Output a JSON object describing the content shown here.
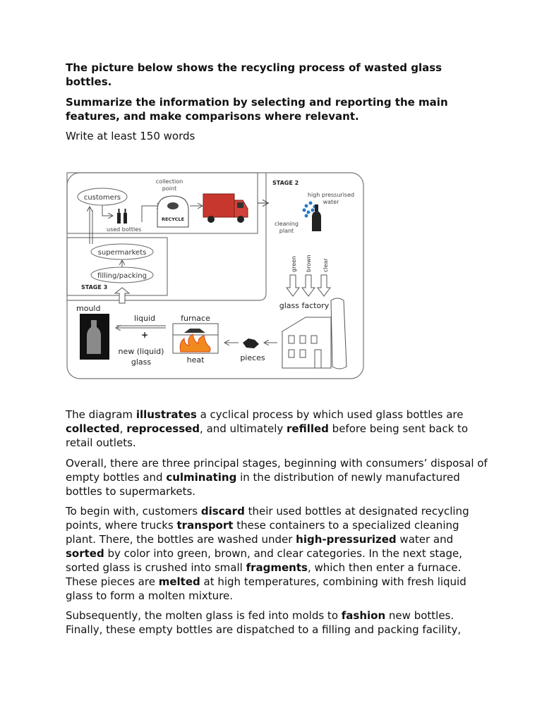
{
  "prompt": {
    "title": "The picture below shows the recycling process of wasted glass bottles.",
    "task": "Summarize the information by selecting and reporting the main features, and make comparisons where relevant.",
    "word_count": "Write at least 150 words"
  },
  "diagram": {
    "customers": "customers",
    "used_bottles": "used bottles",
    "collection_point_line1": "collection",
    "collection_point_line2": "point",
    "recycle_label": "RECYCLE",
    "stage2": "STAGE 2",
    "high_pressure_line1": "high pressurised",
    "high_pressure_line2": "water",
    "cleaning_plant_line1": "cleaning",
    "cleaning_plant_line2": "plant",
    "color_green": "green",
    "color_brown": "brown",
    "color_clear": "clear",
    "glass_factory": "glass factory",
    "supermarkets": "supermarkets",
    "filling_packing": "filling/packing",
    "stage3": "STAGE 3",
    "mould": "mould",
    "liquid": "liquid",
    "plus": "+",
    "new_liquid_glass_line1": "new (liquid)",
    "new_liquid_glass_line2": "glass",
    "furnace": "furnace",
    "heat": "heat",
    "pieces": "pieces"
  },
  "essay": {
    "p1": [
      {
        "t": "The diagram ",
        "b": false
      },
      {
        "t": "illustrates",
        "b": true
      },
      {
        "t": " a cyclical process by which used glass bottles are ",
        "b": false
      },
      {
        "t": "collected",
        "b": true
      },
      {
        "t": ", ",
        "b": false
      },
      {
        "t": "reprocessed",
        "b": true
      },
      {
        "t": ", and ultimately ",
        "b": false
      },
      {
        "t": "refilled",
        "b": true
      },
      {
        "t": " before being sent back to retail outlets.",
        "b": false
      }
    ],
    "p2": [
      {
        "t": "Overall, there are three principal stages, beginning with consumers’ disposal of empty bottles and ",
        "b": false
      },
      {
        "t": "culminating",
        "b": true
      },
      {
        "t": " in the distribution of newly manufactured bottles to supermarkets.",
        "b": false
      }
    ],
    "p3": [
      {
        "t": "To begin with, customers ",
        "b": false
      },
      {
        "t": "discard",
        "b": true
      },
      {
        "t": " their used bottles at designated recycling points, where trucks ",
        "b": false
      },
      {
        "t": "transport",
        "b": true
      },
      {
        "t": " these containers to a specialized cleaning plant. There, the bottles are washed under ",
        "b": false
      },
      {
        "t": "high-pressurized",
        "b": true
      },
      {
        "t": " water and ",
        "b": false
      },
      {
        "t": "sorted",
        "b": true
      },
      {
        "t": " by color into green, brown, and clear categories. In the next stage, sorted glass is crushed into small ",
        "b": false
      },
      {
        "t": "fragments",
        "b": true
      },
      {
        "t": ", which then enter a furnace. These pieces are ",
        "b": false
      },
      {
        "t": "melted",
        "b": true
      },
      {
        "t": " at high temperatures, combining with fresh liquid glass to form a molten mixture.",
        "b": false
      }
    ],
    "p4": [
      {
        "t": "Subsequently, the molten glass is fed into molds to ",
        "b": false
      },
      {
        "t": "fashion",
        "b": true
      },
      {
        "t": " new bottles. Finally, these empty bottles are dispatched to a filling and packing facility,",
        "b": false
      }
    ]
  }
}
